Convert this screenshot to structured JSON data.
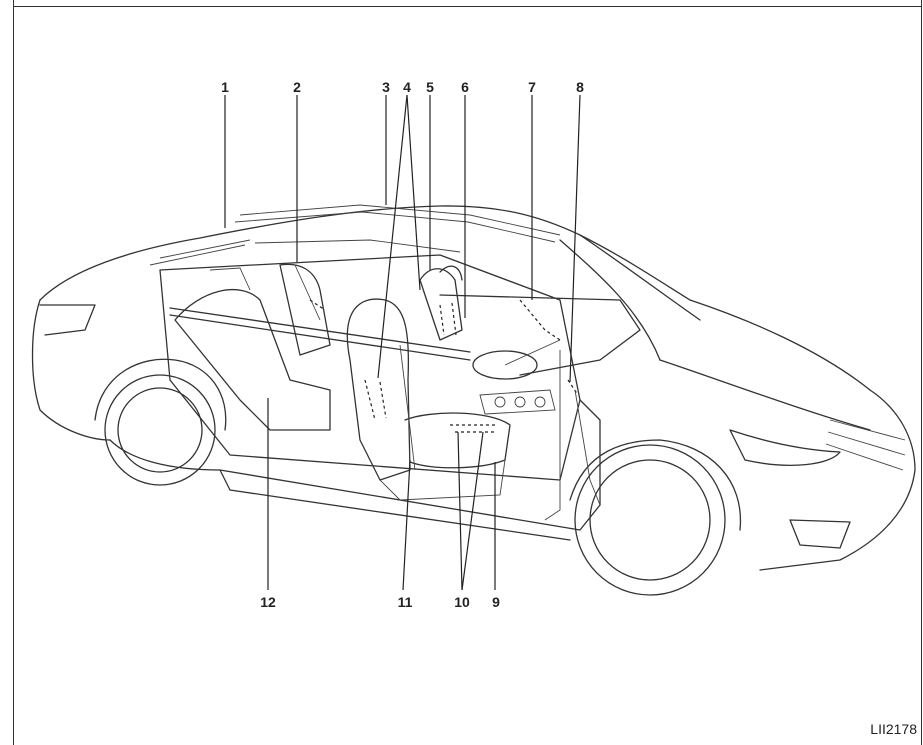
{
  "diagram": {
    "callouts": [
      "1",
      "2",
      "3",
      "4",
      "5",
      "6",
      "7",
      "8",
      "9",
      "10",
      "11",
      "12"
    ],
    "figure_code": "LII2178"
  },
  "colors": {
    "line": "#222222",
    "background": "#ffffff"
  }
}
